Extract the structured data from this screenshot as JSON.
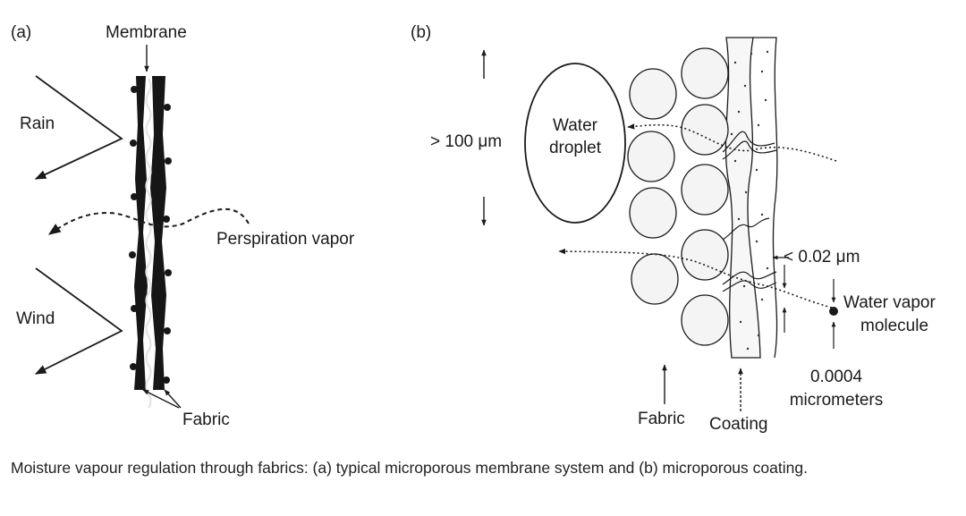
{
  "panel_a": {
    "tag": "(a)",
    "membrane": "Membrane",
    "rain": "Rain",
    "perspiration": "Perspiration vapor",
    "wind": "Wind",
    "fabric": "Fabric"
  },
  "panel_b": {
    "tag": "(b)",
    "size_large": "> 100 μm",
    "droplet_line1": "Water",
    "droplet_line2": "droplet",
    "pore_size": "< 0.02 μm",
    "vapor_line1": "Water vapor",
    "vapor_line2": "molecule",
    "vapor_size_line1": "0.0004",
    "vapor_size_line2": "micrometers",
    "fabric": "Fabric",
    "coating": "Coating"
  },
  "caption": "Moisture vapour regulation through fabrics: (a) typical microporous membrane system and (b) microporous coating.",
  "colors": {
    "ink": "#1a1a1a",
    "membrane": "#161616",
    "fiber": "#e4e4e4"
  }
}
